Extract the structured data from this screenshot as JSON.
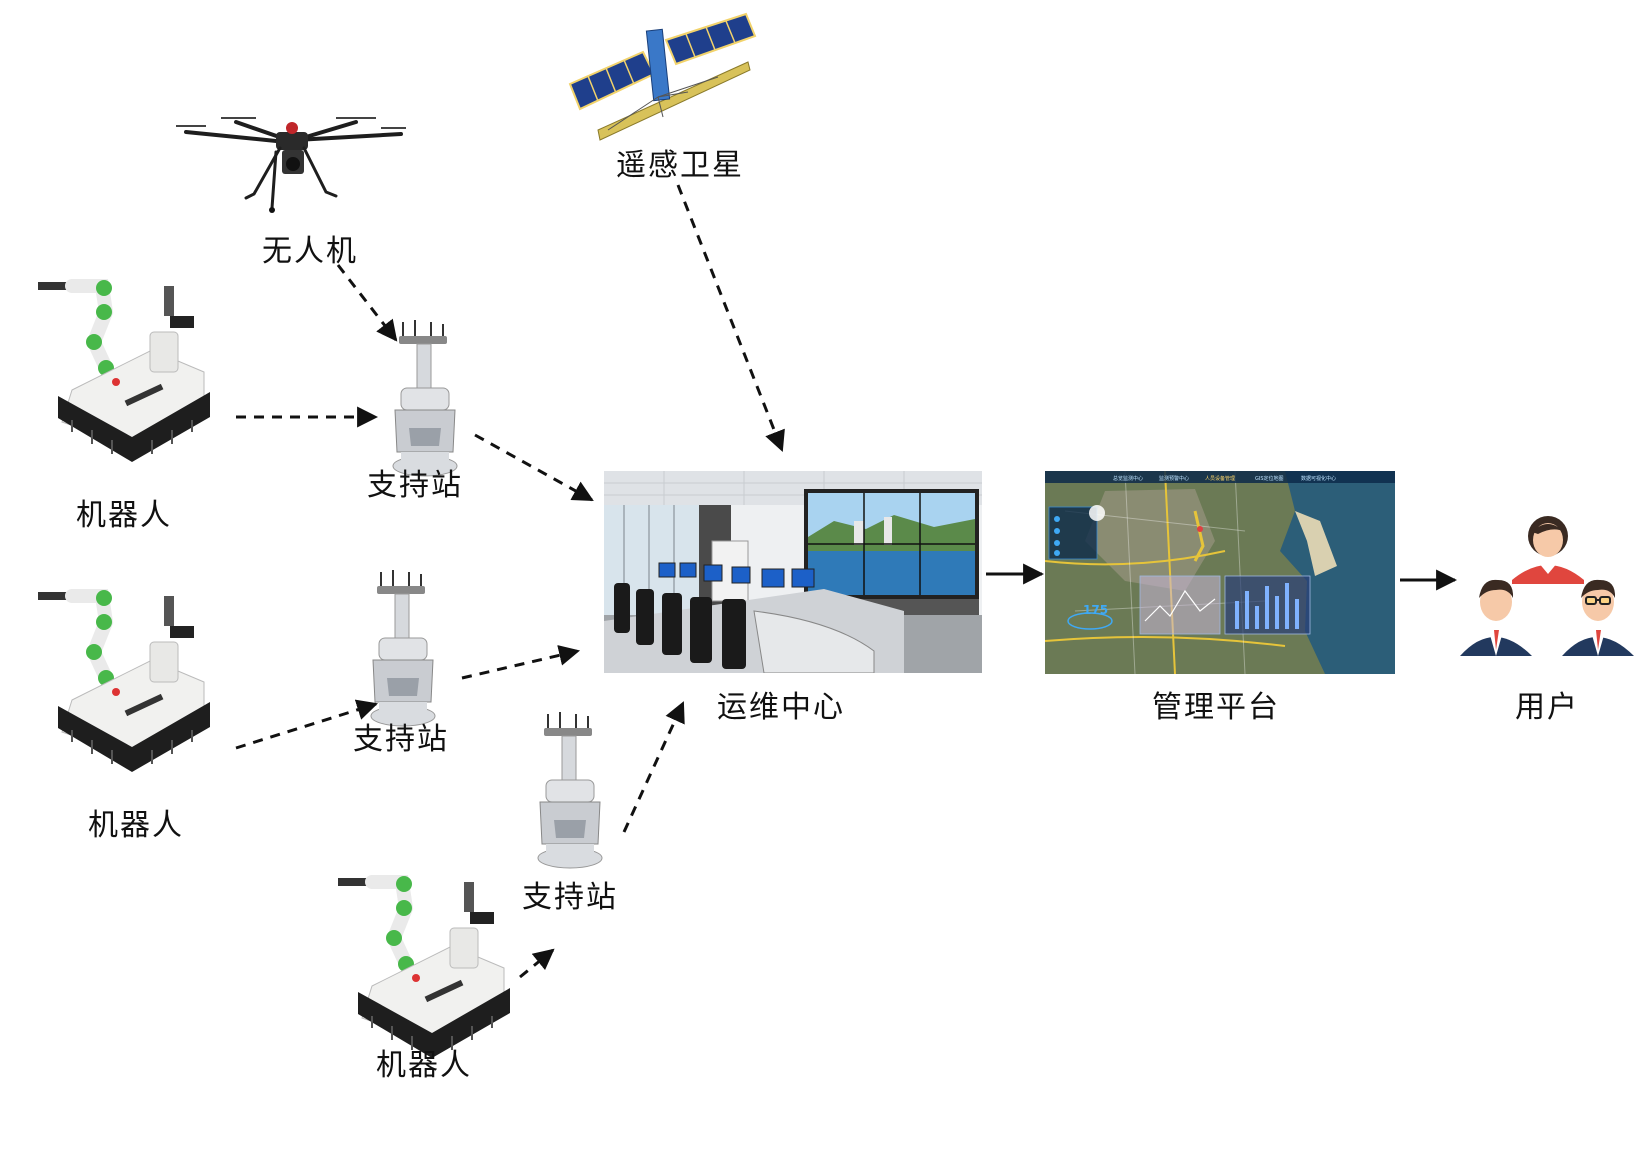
{
  "labels": {
    "satellite": "遥感卫星",
    "drone": "无人机",
    "robot": "机器人",
    "station": "支持站",
    "ops_center": "运维中心",
    "platform": "管理平台",
    "users": "用户"
  },
  "colors": {
    "arrow": "#111111",
    "robot_body": "#f1f1ef",
    "robot_track": "#1e1e1e",
    "robot_accent": "#48b84a",
    "station_body": "#d6d9dd",
    "panel_blue": "#1f3f8c",
    "satellite_gold": "#d8c25a",
    "map_sea": "#2c5e78",
    "map_land": "#6b7a55",
    "user_red": "#e0463e",
    "user_navy": "#22395e",
    "user_skin": "#f6c9a8",
    "user_hair": "#3a2a22"
  },
  "platform_screen": {
    "nav_tabs": [
      "总览监测中心",
      "监测预警中心",
      "人员设备管理",
      "GIS定位地图",
      "数据可视化中心"
    ],
    "stat_number": "175"
  }
}
